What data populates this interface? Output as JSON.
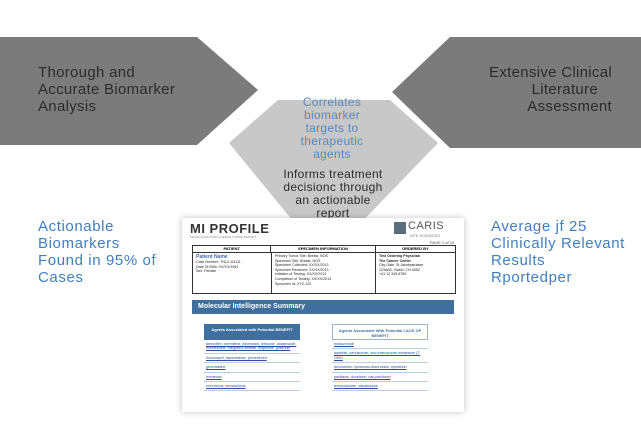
{
  "left_panel": {
    "line1": "Thorough and",
    "line2": "Accurate Biomarker",
    "line3": "Analysis"
  },
  "right_panel": {
    "line1": "Extensive Clinical",
    "line2": "Literature",
    "line3": "Assessment"
  },
  "center_top": {
    "line1": "Correlates",
    "line2": "biomarker",
    "line3": "targets to",
    "line4": "therapeutic",
    "line5": "agents"
  },
  "center_bottom": {
    "line1": "Informs treatment",
    "line2": "decisionc through",
    "line3": "an actionable",
    "line4": "report"
  },
  "stat_left": {
    "line1": "Actionable",
    "line2": "Biomarkers",
    "line3": "Found in 95% of",
    "line4": "Cases"
  },
  "stat_right": {
    "line1": "Average jf 25",
    "line2": "Clinically Relevant",
    "line3": "Results",
    "line4": "Rportedper"
  },
  "colors": {
    "dark_gray": "#7b7b7b",
    "light_gray": "#c8c8c8",
    "accent_blue": "#3f7fc0",
    "report_header": "#3f6f9e"
  },
  "report": {
    "logo": "MI PROFILE",
    "logo_sub": "MOLECULAR INTELLIGENCE TUMOR REPORT",
    "caris": "CARIS",
    "caris_sub": "LIFE SCIENCES",
    "page": "PAGE 1 of 10",
    "headers": [
      "PATIENT",
      "SPECIMEN INFORMATION",
      "ORDERED BY"
    ],
    "patient": {
      "name": "Patient Name",
      "lines": [
        "Case Number: TN13-111111",
        "Date Of Birth: XX/XX/1961",
        "Sex: Female"
      ]
    },
    "specimen_lines": [
      "Primary Tumor Site: Breast, NOS",
      "Specimen Site: Breast, NOS",
      "Specimen Collected: XX/XX/2013",
      "Specimen Received: XX/XX/2013",
      "Initiation of Testing: XX/XX/2013",
      "Completion of Testing: XX/XX/2013",
      "Specimen Id: XYZ-123"
    ],
    "ordered_lines": [
      "Test Ordering Physician",
      "The Cancer Center",
      "City Gate, St Jakobsstrasse",
      "123ABC, Basel, CH-4052",
      "+41 12 345 6789"
    ],
    "summary_title": "Molecular Intelligence Summary",
    "benefit_header": "Agents Associated with Potential BENEFIT",
    "benefit_rows": [
      "tamoxifen, toremifene, fulvestrant, letrozole, anastrozole, exemestane, megestrol acetate, leuprolide, goserelin",
      "fluorouracil, capecitabine, pemetrexed",
      "gemcitabine",
      "irinotecan",
      "everolimus, temsirolimus"
    ],
    "lack_header": "Agents Associated With Potential LACK OF BENEFIT",
    "lack_rows": [
      "trastuzumab",
      "lapatinib, pertuzumab, ado-trastuzumab emtansine (T-DM1)",
      "doxorubicin, liposomal-doxorubicin, epirubicin",
      "paclitaxel, docetaxel, nab-paclitaxel",
      "temozolomide, dacarbazine"
    ]
  }
}
